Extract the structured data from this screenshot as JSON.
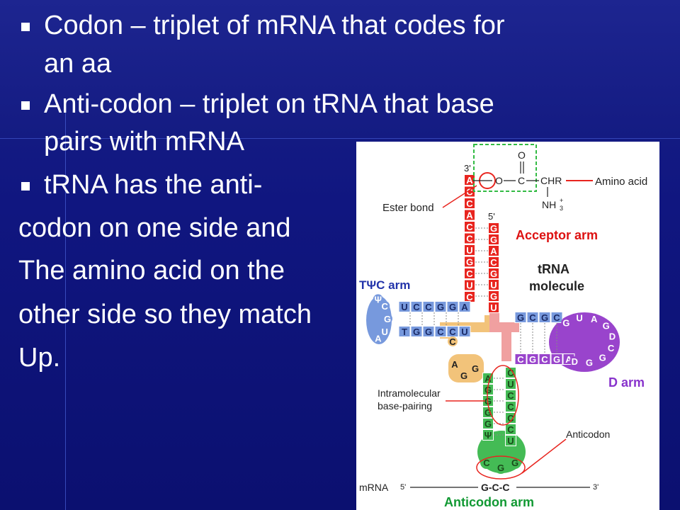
{
  "slide": {
    "bullets": [
      {
        "lines": [
          "Codon – triplet of mRNA that codes for",
          "an aa"
        ]
      },
      {
        "lines": [
          "Anti-codon – triplet on tRNA that base",
          "pairs with mRNA"
        ]
      },
      {
        "lines": [
          "tRNA has the anti-"
        ]
      }
    ],
    "continuation": [
      "codon on one side and",
      "The amino acid on the",
      "other side so they match",
      "Up."
    ]
  },
  "diagram": {
    "labels": {
      "three_prime_top": "3'",
      "five_prime_top": "5'",
      "ester_bond": "Ester bond",
      "oxygen": "O",
      "carbonyl_o": "O",
      "carbon": "C",
      "chr": "CHR",
      "nh3": "NH",
      "nh3_charge": "+",
      "nh3_sub": "3",
      "amino_acid": "Amino acid",
      "acceptor_arm": "Acceptor arm",
      "trna_molecule_1": "tRNA",
      "trna_molecule_2": "molecule",
      "tpsic_arm": "TΨC arm",
      "d_arm": "D arm",
      "intramolecular_1": "Intramolecular",
      "intramolecular_2": "base-pairing",
      "anticodon": "Anticodon",
      "mrna": "mRNA",
      "mrna_5": "5'",
      "mrna_3": "3'",
      "mrna_codon": "G-C-C",
      "anticodon_arm": "Anticodon arm"
    },
    "acceptor_left": [
      "A",
      "C",
      "C",
      "A",
      "C",
      "C",
      "U",
      "G",
      "C",
      "U",
      "C"
    ],
    "acceptor_right": [
      "G",
      "G",
      "A",
      "C",
      "G",
      "U",
      "G",
      "U"
    ],
    "tpsic_top": [
      "U",
      "C",
      "C",
      "G",
      "G",
      "A"
    ],
    "tpsic_bottom": [
      "T",
      "G",
      "G",
      "C",
      "C",
      "U"
    ],
    "tpsic_loop": [
      "A",
      "U",
      "G",
      "C",
      "Ψ"
    ],
    "d_top": [
      "G",
      "C",
      "G",
      "C"
    ],
    "d_bottom": [
      "C",
      "G",
      "C",
      "G",
      "A"
    ],
    "d_loop": [
      "G",
      "U",
      "A",
      "G",
      "D",
      "C",
      "G",
      "G",
      "D"
    ],
    "var_region": [
      "C",
      "A",
      "G",
      "G"
    ],
    "anti_left": [
      "A",
      "G",
      "G",
      "G",
      "G",
      "Ψ"
    ],
    "anti_right": [
      "C",
      "U",
      "C",
      "C",
      "C",
      "C",
      "U"
    ],
    "anti_loop": [
      "C",
      "G",
      "G"
    ],
    "colors": {
      "acceptor": "#e8251f",
      "tpsic": "#7799dd",
      "d_arm": "#9944cc",
      "anticodon": "#44bb55",
      "variable": "#f2c37a",
      "stem_pink": "#f0a0a0",
      "label_red": "#dd1111",
      "label_purple": "#8833cc",
      "label_blue": "#2233aa",
      "label_green": "#119933"
    }
  }
}
